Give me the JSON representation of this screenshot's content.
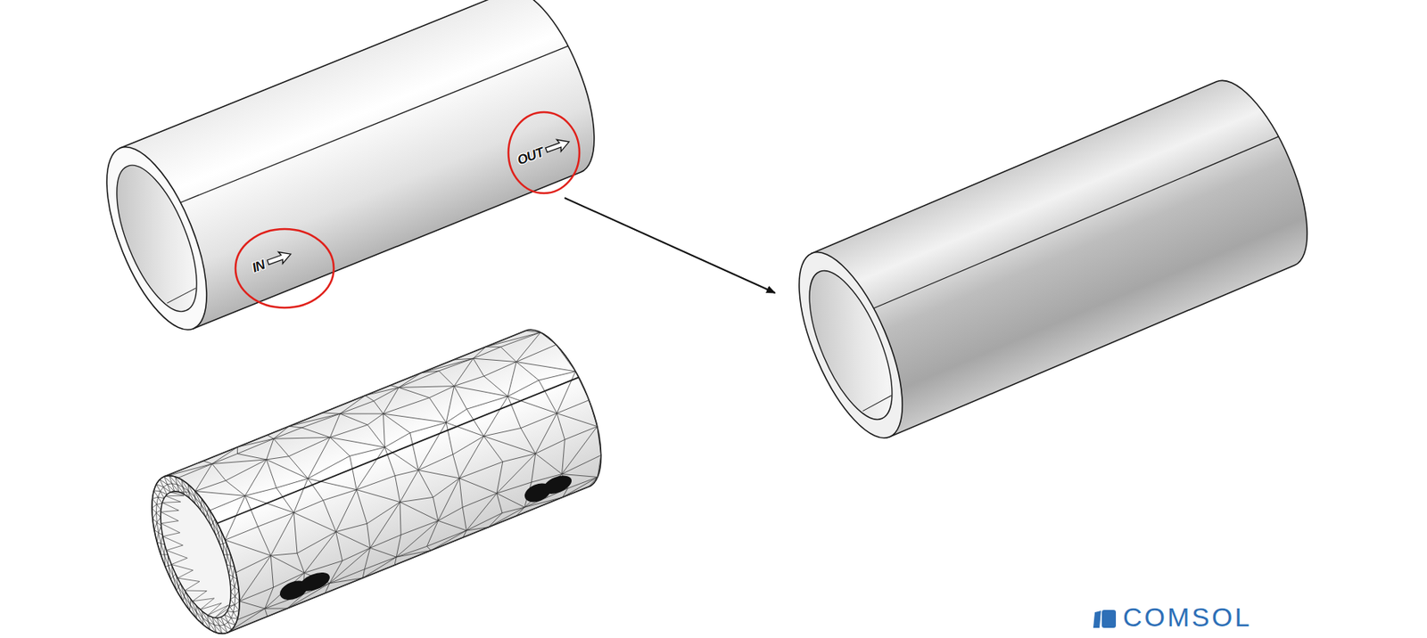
{
  "diagram": {
    "nodes": [
      {
        "text": [
          "IN"
        ]
      },
      {
        "text": [
          "OUT"
        ]
      }
    ],
    "labels": [
      "COMSOL"
    ]
  }
}
